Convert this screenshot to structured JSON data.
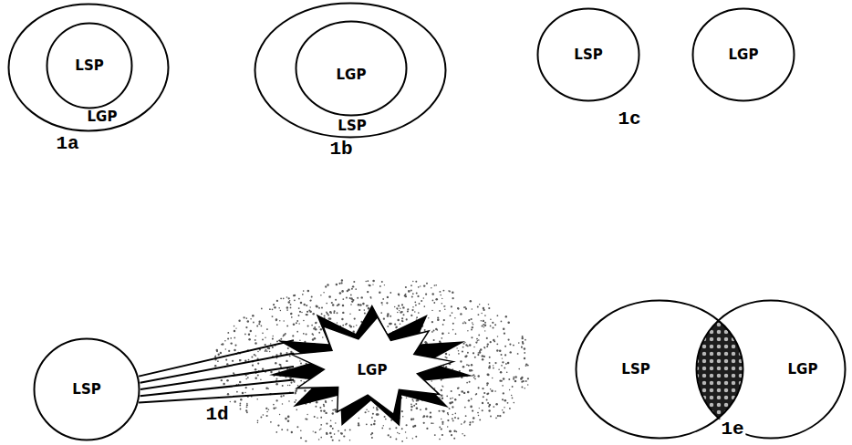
{
  "diagram": {
    "nodes": [
      {
        "text": [
          "LGP"
        ]
      },
      {
        "text": [
          "LSP"
        ],
        "in": 0
      },
      {
        "text": [
          "LSP"
        ]
      },
      {
        "text": [
          "LGP"
        ],
        "in": 2
      },
      {
        "text": [
          "LSP"
        ]
      },
      {
        "text": [
          "LGP"
        ]
      },
      {
        "text": [
          "LSP"
        ]
      },
      {
        "text": [
          "LGP"
        ]
      },
      {
        "text": [
          "LSP"
        ]
      },
      {
        "text": [
          "LGP"
        ]
      }
    ],
    "edges": [
      {
        "from": 6,
        "to": 7,
        "arrow": "none"
      }
    ],
    "labels": [
      "1a",
      "1b",
      "1c",
      "1d",
      "1e"
    ]
  }
}
